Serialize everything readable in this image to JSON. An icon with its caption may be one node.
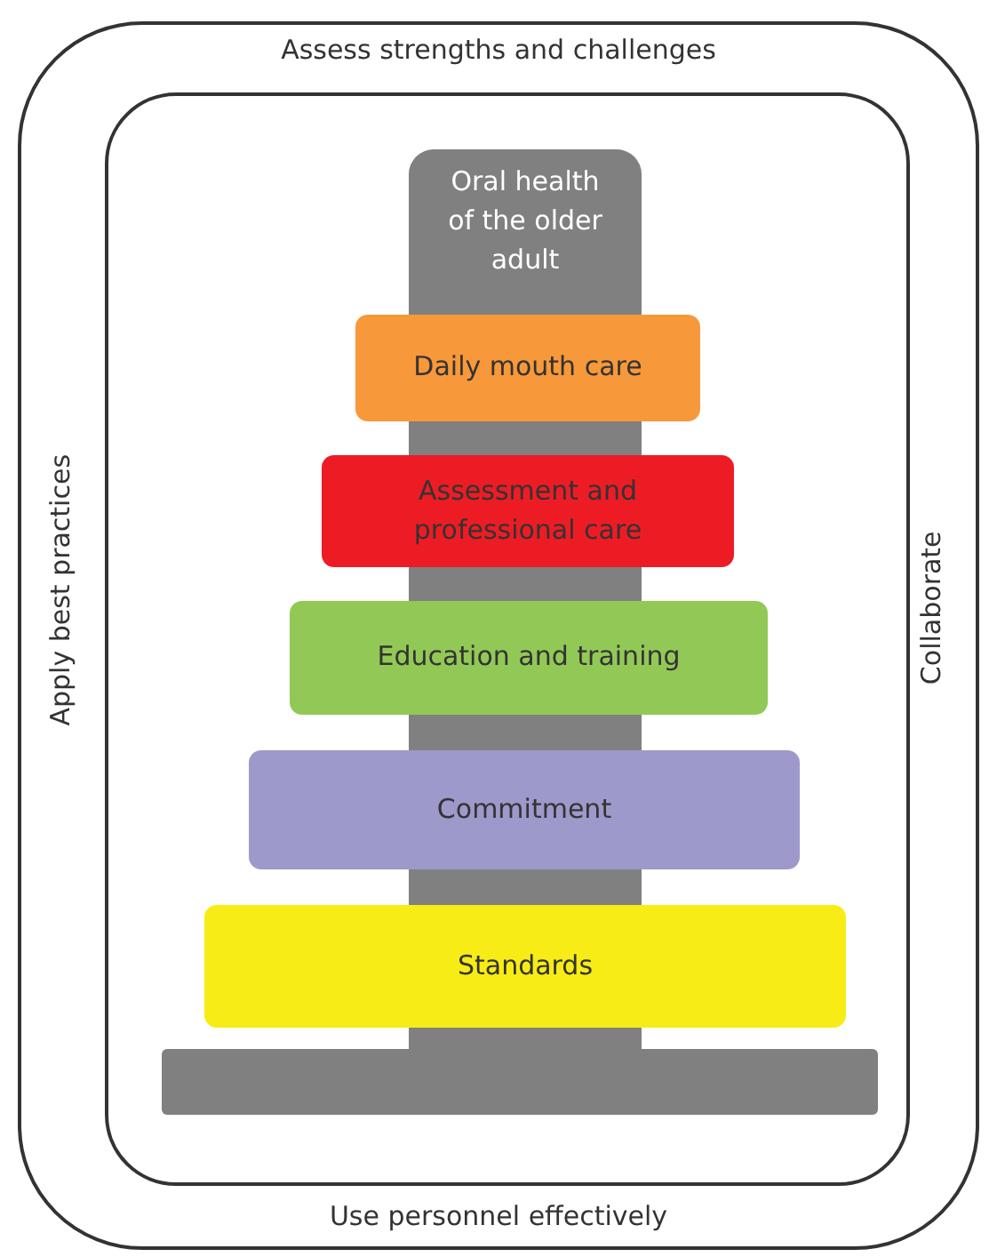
{
  "diagram": {
    "nodes": [
      {
        "text": [
          "Assess strengths and challenges",
          "Apply best practices",
          "Collaborate",
          "Use personnel effectively"
        ]
      },
      {
        "text": [],
        "shape": "box",
        "in": 0
      },
      {
        "text": [
          "Oral health of the older adult"
        ],
        "in": 1
      },
      {
        "text": [
          "Daily mouth care"
        ],
        "in": 1
      },
      {
        "text": [],
        "shape": "bar",
        "in": 1
      },
      {
        "text": [
          "Assessment and professional care"
        ],
        "in": 1
      },
      {
        "text": [],
        "shape": "bar",
        "in": 1
      },
      {
        "text": [
          "Education and training"
        ],
        "in": 1
      },
      {
        "text": [],
        "shape": "bar",
        "in": 1
      },
      {
        "text": [
          "Commitment"
        ],
        "in": 1
      },
      {
        "text": [],
        "shape": "bar",
        "in": 1
      },
      {
        "text": [
          "Standards"
        ],
        "in": 1
      },
      {
        "text": [],
        "shape": "bar",
        "in": 1
      },
      {
        "text": [],
        "shape": "bar",
        "in": 1
      }
    ]
  }
}
